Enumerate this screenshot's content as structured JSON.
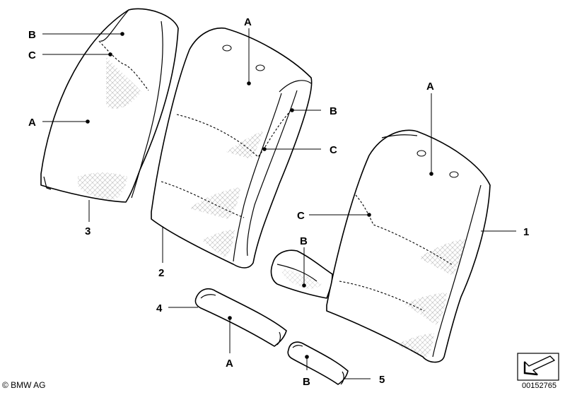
{
  "labels": {
    "part_1": "1",
    "part_2": "2",
    "part_3": "3",
    "part_4": "4",
    "part_5": "5",
    "a": "A",
    "b": "B",
    "c": "C"
  },
  "footer": {
    "copyright": "© BMW AG",
    "drawing_number": "00152765"
  }
}
